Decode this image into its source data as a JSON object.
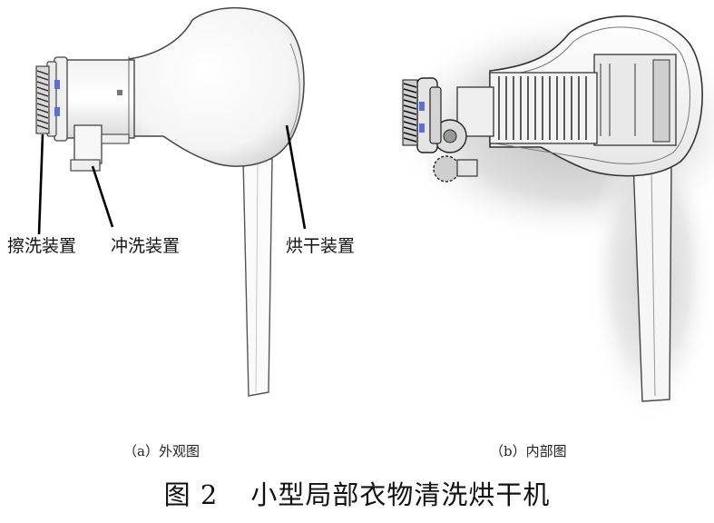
{
  "panel_a": {
    "labels": {
      "scrub": "擦洗装置",
      "flush": "冲洗装置",
      "dry": "烘干装置"
    },
    "subcaption": "（a）外观图"
  },
  "panel_b": {
    "subcaption": "（b）内部图"
  },
  "figure": {
    "number": "图 2",
    "title": "小型局部衣物清洗烘干机"
  }
}
